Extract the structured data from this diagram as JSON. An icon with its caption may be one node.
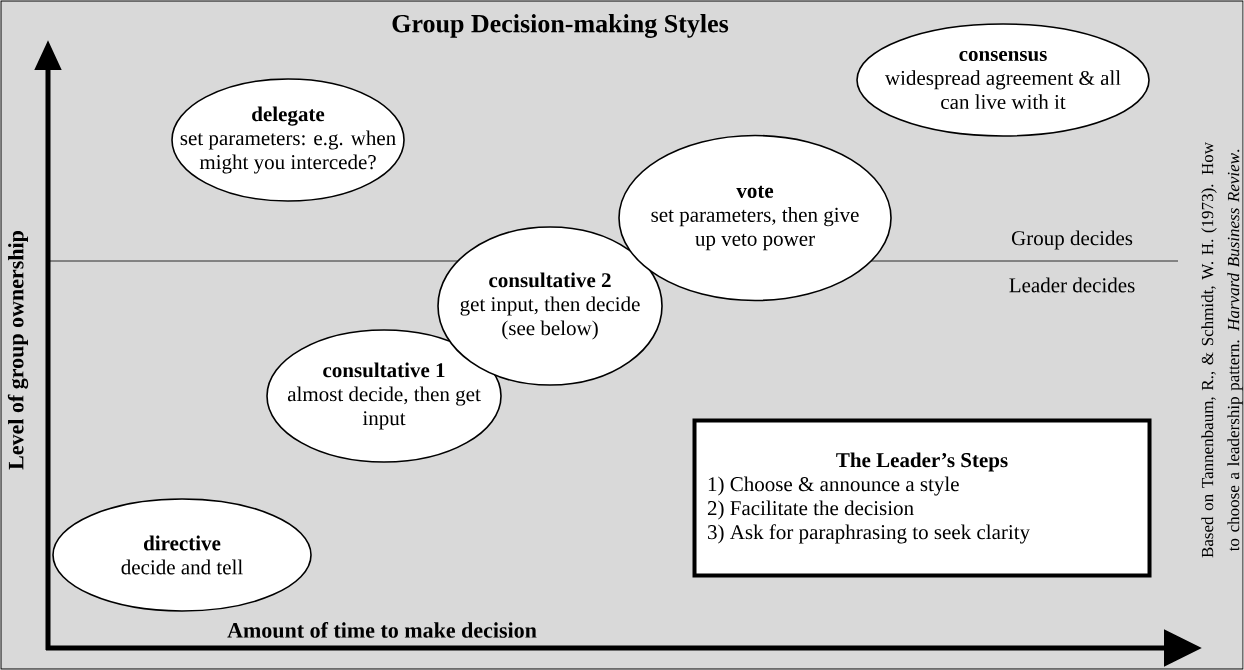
{
  "diagram": {
    "title": "Group Decision-making Styles",
    "nodes": [
      {
        "text": [
          "directive",
          "decide and tell"
        ]
      },
      {
        "text": [
          "consultative 1",
          "almost decide, then get input"
        ]
      },
      {
        "text": [
          "consultative 2",
          "get input, then decide (see below)"
        ]
      },
      {
        "text": [
          "delegate",
          "set parameters: e.g. when might you intercede?"
        ]
      },
      {
        "text": [
          "vote",
          "set parameters, then give up veto power"
        ]
      },
      {
        "text": [
          "consensus",
          "widespread agreement & all can live with it"
        ]
      },
      {
        "text": [
          "The Leader’s Steps",
          "1) Choose & announce a style",
          "2) Facilitate the decision",
          "3) Ask for paraphrasing to seek clarity"
        ]
      }
    ],
    "labels": [
      "Level of group ownership",
      "Amount of time to make decision",
      "Group decides",
      "Leader decides",
      "Based on Tannenbaum, R., & Schmidt, W. H. (1973). How to choose a leadership pattern. *Harvard Business Review*."
    ]
  }
}
